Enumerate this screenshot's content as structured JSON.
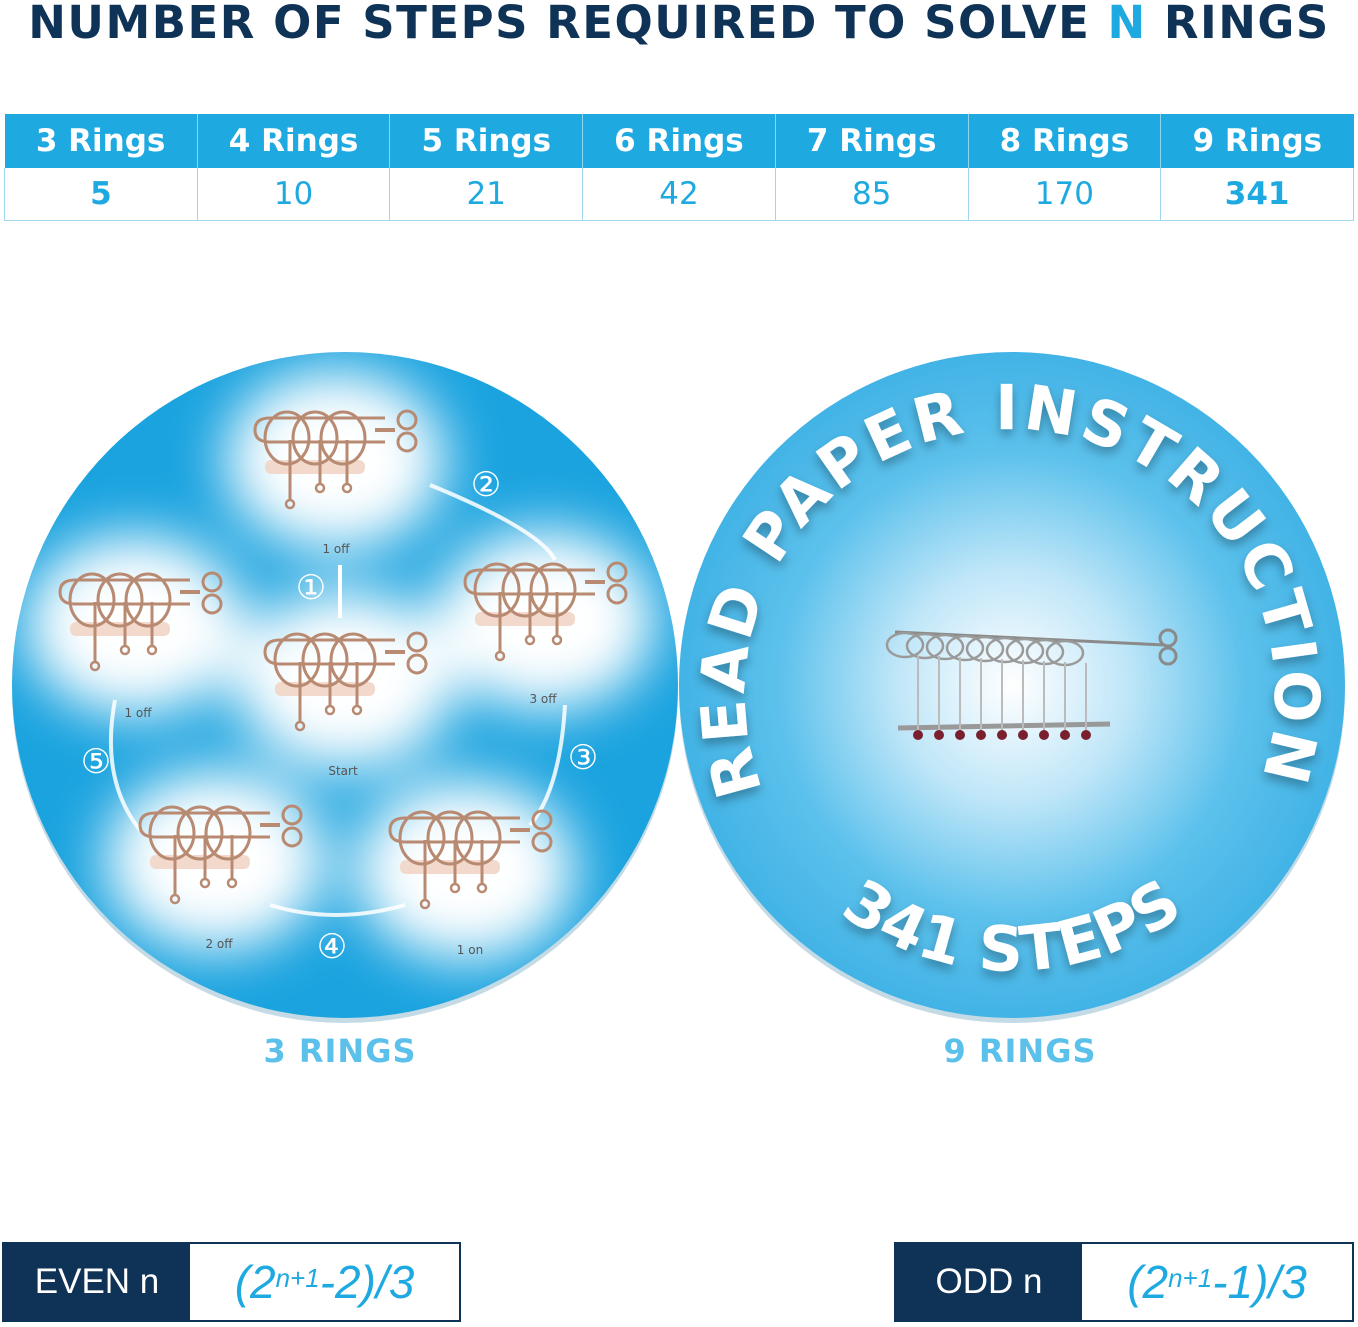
{
  "title": {
    "before": "NUMBER OF STEPS REQUIRED TO SOLVE ",
    "accent": "N",
    "after": " RINGS"
  },
  "table": {
    "headers": [
      "3 Rings",
      "4 Rings",
      "5 Rings",
      "6 Rings",
      "7 Rings",
      "8 Rings",
      "9 Rings"
    ],
    "values": [
      "5",
      "10",
      "21",
      "42",
      "85",
      "170",
      "341"
    ],
    "bold_values": [
      "5",
      "341"
    ]
  },
  "left_diagram": {
    "caption": "3 RINGS",
    "states": [
      "1 off",
      "3 off",
      "Start",
      "1 off",
      "2 off",
      "1 on"
    ],
    "steps": [
      "①",
      "②",
      "③",
      "④",
      "⑤"
    ]
  },
  "right_diagram": {
    "caption": "9 RINGS",
    "arc_top": "READ PAPER INSTRUCTION",
    "arc_bottom": "341 STEPS"
  },
  "formulas": {
    "even": {
      "label": "EVEN n",
      "base": "(2",
      "exp": "n+1",
      "rest": "-2)/3"
    },
    "odd": {
      "label": "ODD n",
      "base": "(2",
      "exp": "n+1",
      "rest": "-1)/3"
    }
  },
  "colors": {
    "navy": "#0f3356",
    "blue": "#1ea9e1",
    "light_blue": "#5bc0ea"
  }
}
